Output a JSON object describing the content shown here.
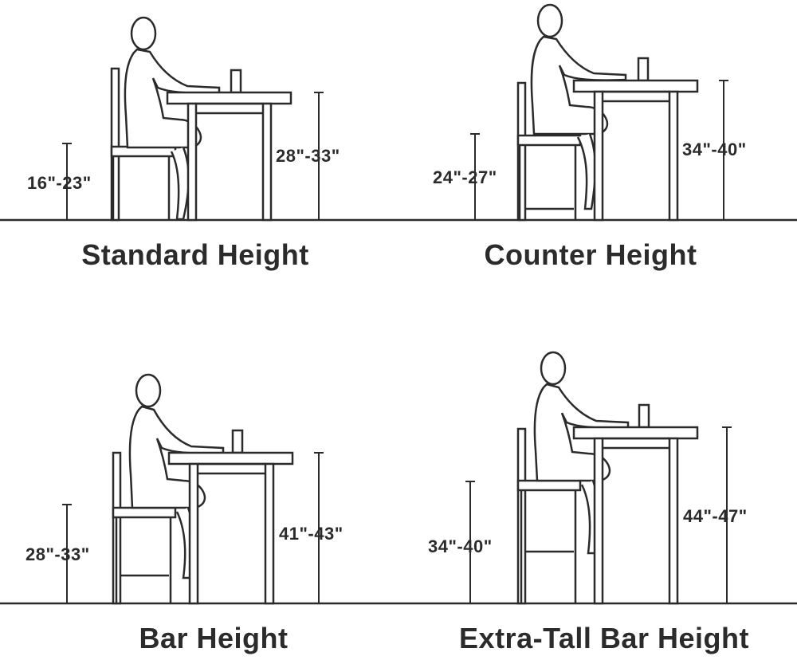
{
  "panels": [
    {
      "title": "Standard Height",
      "seat_label": "16\"-23\"",
      "table_label": "28\"-33\""
    },
    {
      "title": "Counter Height",
      "seat_label": "24\"-27\"",
      "table_label": "34\"-40\""
    },
    {
      "title": "Bar Height",
      "seat_label": "28\"-33\"",
      "table_label": "41\"-43\""
    },
    {
      "title": "Extra-Tall Bar Height",
      "seat_label": "34\"-40\"",
      "table_label": "44\"-47\""
    }
  ],
  "colors": {
    "line": "#2b2b2b",
    "text": "#2b2b2b",
    "fill": "#ffffff"
  }
}
